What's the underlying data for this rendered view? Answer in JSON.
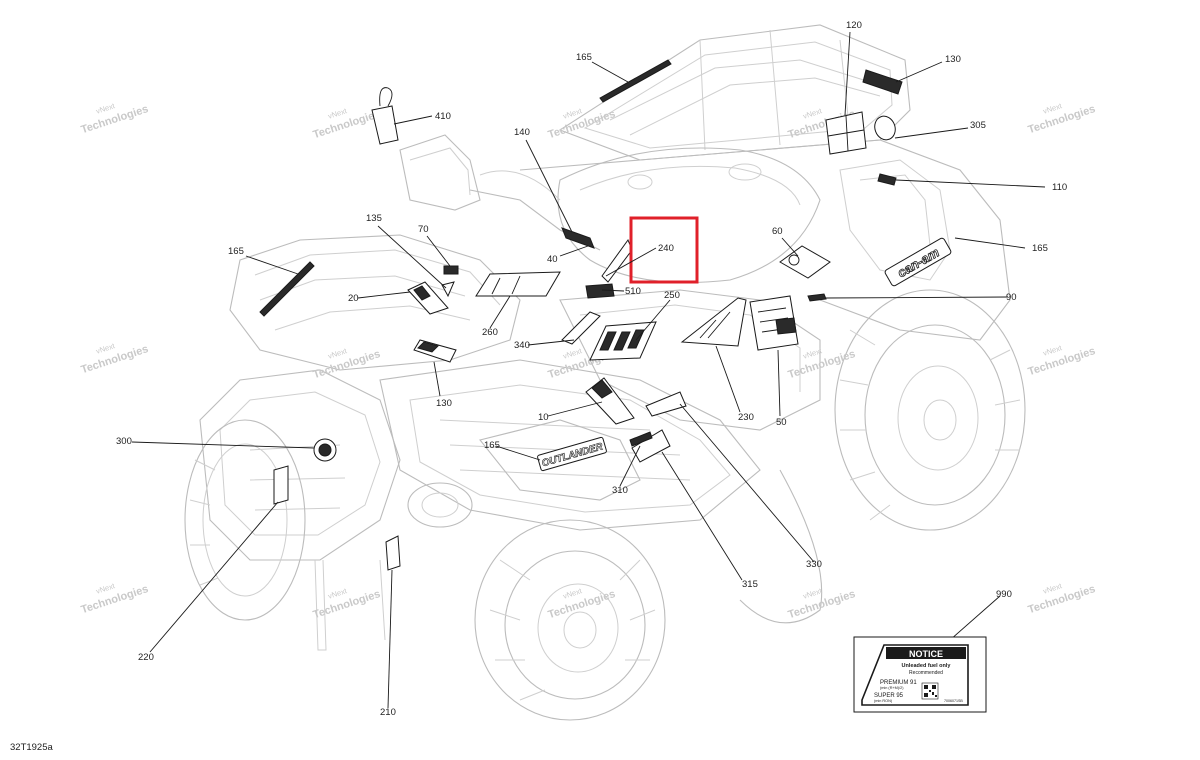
{
  "drawing_id": "32T1925a",
  "watermark": {
    "line1": "vNext",
    "line2": "Technologies",
    "line3": "Technologies"
  },
  "notice_label": {
    "heading": "NOTICE",
    "line1": "Unleaded fuel only",
    "line2": "Recommended",
    "line3": "PREMIUM 91",
    "line4": "(min (R+M)/2)",
    "line5": "SUPER 95",
    "line6": "(min RON)",
    "code": "7006071SB"
  },
  "brand_marks": {
    "side_logo": "can-am",
    "fender_text": "OUTLANDER"
  },
  "callouts": [
    {
      "id": "c165a",
      "label": "165"
    },
    {
      "id": "c120",
      "label": "120"
    },
    {
      "id": "c130a",
      "label": "130"
    },
    {
      "id": "c410",
      "label": "410"
    },
    {
      "id": "c140",
      "label": "140"
    },
    {
      "id": "c305",
      "label": "305"
    },
    {
      "id": "c110",
      "label": "110"
    },
    {
      "id": "c135",
      "label": "135"
    },
    {
      "id": "c70",
      "label": "70"
    },
    {
      "id": "c240",
      "label": "240"
    },
    {
      "id": "c60",
      "label": "60"
    },
    {
      "id": "c165b",
      "label": "165"
    },
    {
      "id": "c165c",
      "label": "165"
    },
    {
      "id": "c40",
      "label": "40"
    },
    {
      "id": "c510",
      "label": "510"
    },
    {
      "id": "c250",
      "label": "250"
    },
    {
      "id": "c20",
      "label": "20"
    },
    {
      "id": "c90",
      "label": "90"
    },
    {
      "id": "c260",
      "label": "260"
    },
    {
      "id": "c340",
      "label": "340"
    },
    {
      "id": "c130b",
      "label": "130"
    },
    {
      "id": "c10",
      "label": "10"
    },
    {
      "id": "c230",
      "label": "230"
    },
    {
      "id": "c50",
      "label": "50"
    },
    {
      "id": "c300",
      "label": "300"
    },
    {
      "id": "c165d",
      "label": "165"
    },
    {
      "id": "c310",
      "label": "310"
    },
    {
      "id": "c330",
      "label": "330"
    },
    {
      "id": "c315",
      "label": "315"
    },
    {
      "id": "c990",
      "label": "990"
    },
    {
      "id": "c220",
      "label": "220"
    },
    {
      "id": "c210",
      "label": "210"
    }
  ]
}
